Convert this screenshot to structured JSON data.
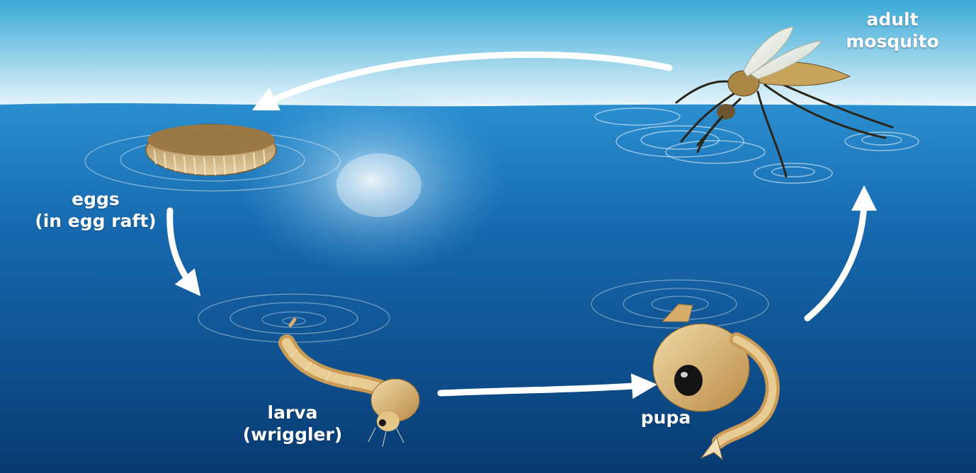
{
  "diagram": {
    "stages": {
      "eggs": {
        "line1": "eggs",
        "line2": "(in egg raft)"
      },
      "larva": {
        "line1": "larva",
        "line2": "(wriggler)"
      },
      "pupa": {
        "line1": "pupa"
      },
      "adult": {
        "line1": "adult",
        "line2": "mosquito"
      }
    },
    "colors": {
      "sky_top": "#3aa9d6",
      "sky_horizon": "#e6f5fb",
      "water_surface": "#2a8fd0",
      "water_deep": "#083a72",
      "arrow": "#ffffff",
      "insect_body": "#d7b06a",
      "insect_shadow": "#8a6530"
    },
    "icons": [
      "egg-raft-icon",
      "larva-icon",
      "pupa-icon",
      "mosquito-icon",
      "ripple-icon",
      "cycle-arrow-icon"
    ]
  }
}
